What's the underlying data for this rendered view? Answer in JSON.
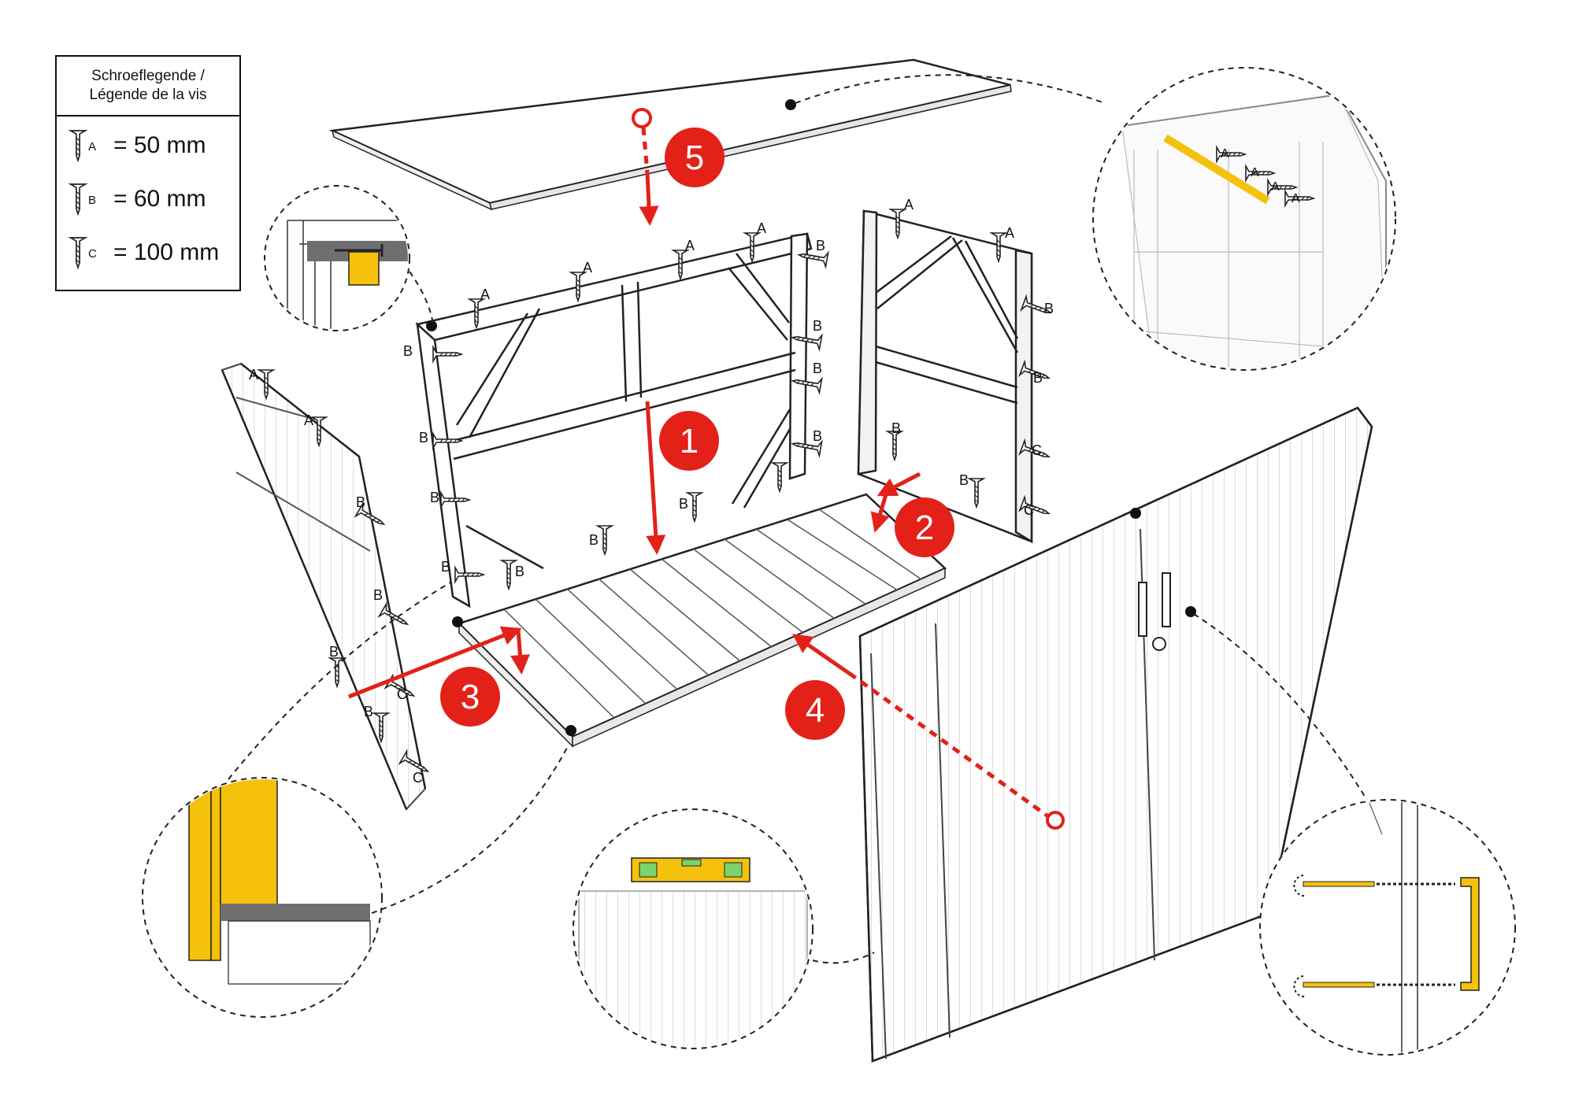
{
  "legend": {
    "title_line1": "Schroeflegende /",
    "title_line2": "Légende de la vis",
    "items": [
      {
        "letter": "A",
        "value": "= 50 mm"
      },
      {
        "letter": "B",
        "value": "= 60 mm"
      },
      {
        "letter": "C",
        "value": "= 100 mm"
      }
    ]
  },
  "steps": [
    "1",
    "2",
    "3",
    "4",
    "5"
  ],
  "screw_labels": {
    "a": "A",
    "b": "B",
    "c": "C"
  },
  "colors": {
    "accent_red": "#e32119",
    "highlight_yellow": "#f6c10d",
    "line": "#222222",
    "grey": "#6f6f6f"
  }
}
